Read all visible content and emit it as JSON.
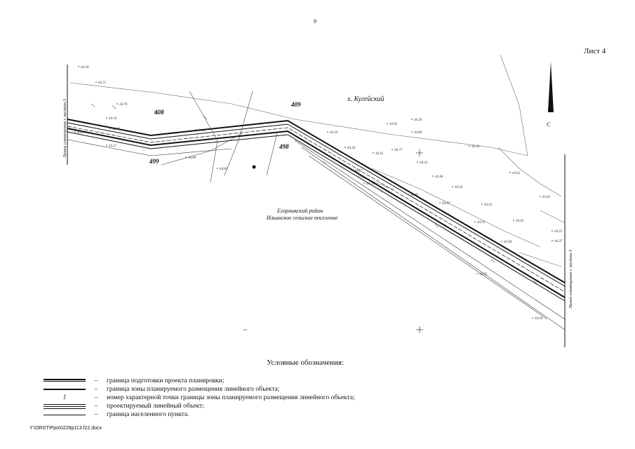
{
  "page_number": "9",
  "sheet_label": "Лист 4",
  "map": {
    "settlement": "х. Кугейский",
    "district": "Егорлыкский район",
    "rural_settlement": "Ильинское сельское поселение",
    "left_match_line": "Линия совмещения с листом 3",
    "right_match_line": "Линия совмещения с листом 3",
    "point_labels": [
      "408",
      "409",
      "498",
      "499"
    ],
    "spot_heights": [
      "44.34",
      "44.71",
      "44.70",
      "44.10",
      "44.46",
      "44.05",
      "44.21",
      "44.67",
      "44.80",
      "44.85",
      "44.34",
      "44.44",
      "44.42",
      "44.77",
      "44.33",
      "44.89",
      "44.95",
      "44.57",
      "44.75",
      "44.85",
      "44.46",
      "44.50",
      "44.97",
      "44.41",
      "44.43",
      "44.45",
      "44.98",
      "44.23",
      "44.37",
      "44.06",
      "44.26",
      "44.62",
      "43.65",
      "44.35",
      "44.36"
    ]
  },
  "legend": {
    "title": "Условные обозначения:",
    "items": [
      {
        "symbol": "double-thick-line",
        "dash": "–",
        "text": "граница подготовки проекта планировки;"
      },
      {
        "symbol": "thick-line",
        "dash": "–",
        "text": "граница зоны планируемого размещения линейного объекта;"
      },
      {
        "symbol": "point-number",
        "symbol_text": "1",
        "dash": "–",
        "text": "номер характерной точки границы зоны планируемого размещения линейного объекта;"
      },
      {
        "symbol": "triple-line",
        "dash": "–",
        "text": "проектируемый линейный объект;"
      },
      {
        "symbol": "thin-line",
        "dash": "–",
        "text": "граница населенного пункта."
      }
    ]
  },
  "footer_path": "Y:\\ORST\\Ppo\\0228p113.f22.docx",
  "colors": {
    "line": "#111111",
    "contour": "#555555",
    "light": "#888888"
  }
}
